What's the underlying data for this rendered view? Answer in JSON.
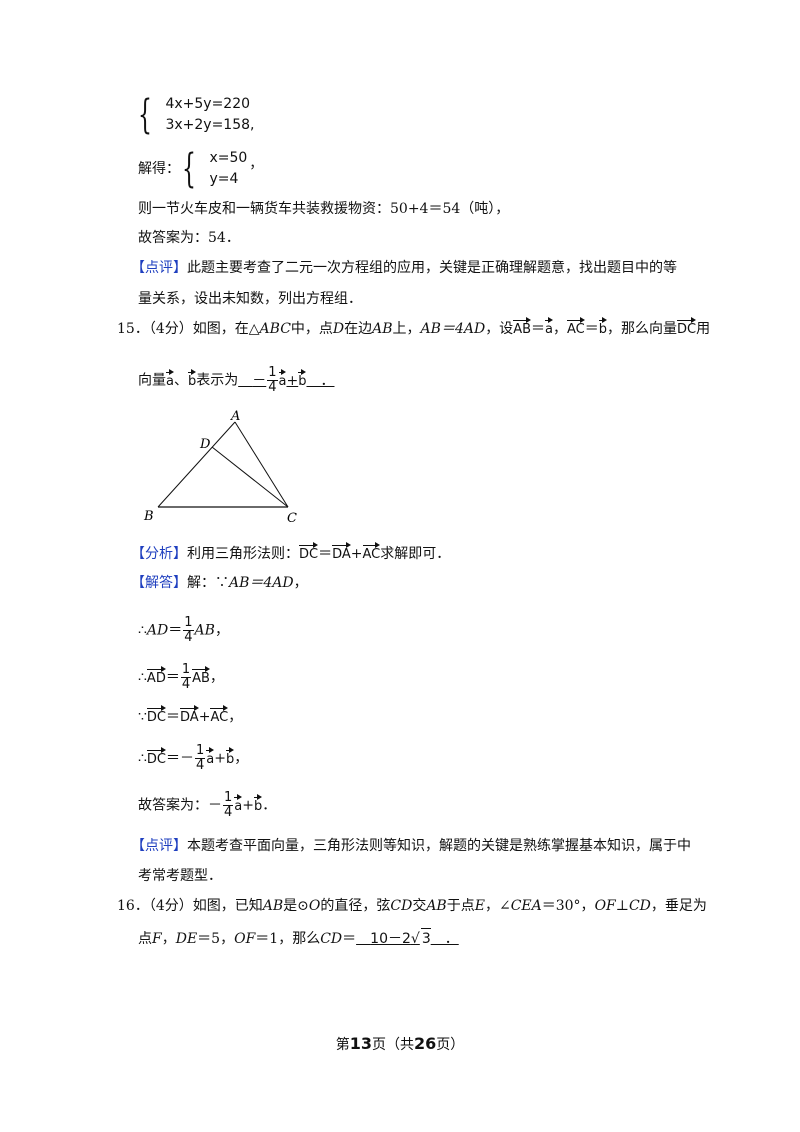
{
  "system1": {
    "eq1": "4x+5y=220",
    "eq2": "3x+2y=158",
    "trail": ","
  },
  "solve": {
    "label": "解得：",
    "x": "x=50",
    "y": "y=4",
    "trail": "，"
  },
  "total_line": "则一节火车皮和一辆货车共装救援物资：50+4＝54（吨），",
  "answer14": "故答案为：54．",
  "comment14": {
    "tag": "【点评】",
    "line1": "此题主要考查了二元一次方程组的应用，关键是正确理解题意，找出题目中的等",
    "line2": "量关系，设出未知数，列出方程组．"
  },
  "q15": {
    "number": "15．",
    "score": "（4分）",
    "text_a": "如图，在△",
    "abc": "ABC",
    "text_b": "中，点",
    "d": "D",
    "text_c": "在边",
    "ab": "AB",
    "text_d": "上，",
    "eq": "AB＝4AD",
    "text_e": "，设",
    "v_ab": "AB",
    "eq_sign": "＝",
    "v_a": "a",
    "comma": "，",
    "v_ac": "AC",
    "v_b": "b",
    "text_f": "，那么向量",
    "v_dc": "DC",
    "text_g": "用",
    "line2_a": "向量",
    "sep": "、",
    "line2_b": "表示为",
    "blank_pre": "＿",
    "minus": "－",
    "frac_num": "1",
    "frac_den": "4",
    "plus": "+",
    "blank_post": "＿．"
  },
  "diagram": {
    "A": "A",
    "B": "B",
    "C": "C",
    "D": "D"
  },
  "analysis": {
    "tag": "【分析】",
    "text_a": "利用三角形法则：",
    "v_dc": "DC",
    "eq": "＝",
    "v_da": "DA",
    "plus": "+",
    "v_ac": "AC",
    "text_b": "求解即可．"
  },
  "solution": {
    "tag": "【解答】",
    "intro": "解：∵",
    "premise": "AB＝4AD",
    "comma": "，",
    "s1_pre": "∴",
    "s1_ad": "AD",
    "s1_eq": "＝",
    "s1_num": "1",
    "s1_den": "4",
    "s1_ab": "AB",
    "s1_end": "，",
    "s2_pre": "∴",
    "s2_ad": "AD",
    "s2_eq": "＝",
    "s2_num": "1",
    "s2_den": "4",
    "s2_ab": "AB",
    "s2_end": "，",
    "s3_pre": "∵",
    "s3_dc": "DC",
    "s3_eq": "＝",
    "s3_da": "DA",
    "s3_plus": "+",
    "s3_ac": "AC",
    "s3_end": "，",
    "s4_pre": "∴",
    "s4_dc": "DC",
    "s4_eq": "＝－",
    "s4_num": "1",
    "s4_den": "4",
    "s4_a": "a",
    "s4_plus": "+",
    "s4_b": "b",
    "s4_end": "，",
    "ans_label": "故答案为：",
    "ans_minus": "－",
    "ans_num": "1",
    "ans_den": "4",
    "ans_a": "a",
    "ans_plus": "+",
    "ans_b": "b",
    "ans_end": "．"
  },
  "comment15": {
    "tag": "【点评】",
    "line1": "本题考查平面向量，三角形法则等知识，解题的关键是熟练掌握基本知识，属于中",
    "line2": "考常考题型．"
  },
  "q16": {
    "number": "16．",
    "score": "（4分）",
    "t1": "如图，已知",
    "ab": "AB",
    "t2": "是⊙",
    "o": "O",
    "t3": "的直径，弦",
    "cd": "CD",
    "t4": "交",
    "ab2": "AB",
    "t5": "于点",
    "e": "E",
    "t6": "，∠",
    "cea": "CEA",
    "t7": "＝30°，",
    "of": "OF",
    "t8": "⊥",
    "cd2": "CD",
    "t9": "，垂足为",
    "l2_a": "点",
    "f": "F",
    "l2_b": "，",
    "de": "DE",
    "l2_c": "＝5，",
    "of2": "OF",
    "l2_d": "＝1，那么",
    "cd3": "CD",
    "l2_e": "＝",
    "blank_pre": "＿",
    "ans_main": "10－2",
    "ans_root": "3",
    "blank_post": "＿．"
  },
  "footer": {
    "pre": "第",
    "page": "13",
    "mid": "页（共",
    "total": "26",
    "post": "页）"
  }
}
